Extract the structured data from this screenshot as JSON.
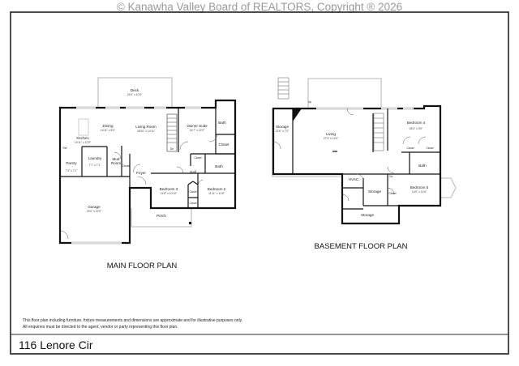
{
  "watermark": "© Kanawha Valley Board of REALTORS, Copyright  ® 2026",
  "main_floor": {
    "title": "MAIN FLOOR PLAN",
    "rooms": [
      {
        "name": "Deck",
        "dim": "24'0\" x 10'0\""
      },
      {
        "name": "Dining",
        "dim": "14'11\" x 8'0\""
      },
      {
        "name": "Living Room",
        "dim": "18'10\" x 14'11\""
      },
      {
        "name": "Owner Suite",
        "dim": "14'7\" x 12'0\""
      },
      {
        "name": "Kitchen",
        "dim": "14'11\" x 12'5\""
      },
      {
        "name": "Pantry",
        "dim": "7'3\" x 7'1\""
      },
      {
        "name": "Laundry",
        "dim": "7'7\" x 7'1\""
      },
      {
        "name": "Garage",
        "dim": "23'0\" x 22'0\""
      },
      {
        "name": "Bedroom 3",
        "dim": "11'6\" x 10'10\""
      },
      {
        "name": "Bedroom 2",
        "dim": "11'11\" x 11'6\""
      }
    ],
    "labels": {
      "bath1": "Bath",
      "bath2": "Bath",
      "closet1": "Closet",
      "closet2": "Closet",
      "closet3": "Closet",
      "closet4": "Closet",
      "closet5": "Closet",
      "mud": "Mud",
      "room": "Room",
      "foyer": "Foyer",
      "hall": "Hall",
      "porch": "Porch",
      "ref": "Ref",
      "dn": "Dn"
    }
  },
  "basement": {
    "title": "BASEMENT FLOOR PLAN",
    "rooms": [
      {
        "name": "Storage",
        "dim": "22'6\" x 7'2\""
      },
      {
        "name": "Living",
        "dim": "27'3\" x 14'0\""
      },
      {
        "name": "Bedroom 4",
        "dim": "18'4\" x 9'0\""
      },
      {
        "name": "Bedroom 5",
        "dim": "14'0\" x 11'6\""
      }
    ],
    "labels": {
      "hvac": "HVAC",
      "storage2": "Storage",
      "storage3": "Storage",
      "bath": "Bath",
      "closet1": "Closet",
      "closet2": "Closet",
      "closet3": "Closet",
      "clo": "Clo",
      "up": "Up"
    }
  },
  "disclaimer": [
    "This floor plan including furniture, fixture measurements and dimensions are approximate and for illustrative purposes only.",
    "All enquiries must be directed to the agent, vendor or party representing this floor plan."
  ],
  "address": "116 Lenore Cir"
}
